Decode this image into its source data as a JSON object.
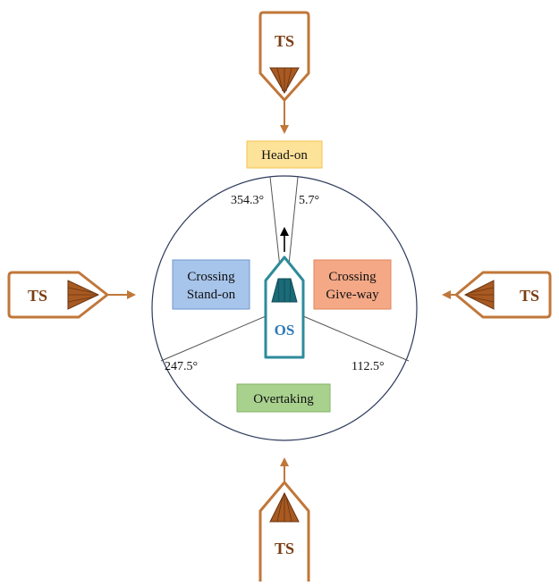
{
  "own_ship": {
    "label": "OS",
    "color": "#2e8b9a",
    "fill": "#1b6b78"
  },
  "target_ship": {
    "label": "TS",
    "color": "#c0773a",
    "fill": "#a85a22"
  },
  "sectors": {
    "head_on": {
      "label": "Head-on",
      "bg": "#fde39a",
      "border": "#f2c14e"
    },
    "standon": {
      "line1": "Crossing",
      "line2": "Stand-on",
      "bg": "#a7c4ea",
      "border": "#6f97cf"
    },
    "giveway": {
      "line1": "Crossing",
      "line2": "Give-way",
      "bg": "#f4a886",
      "border": "#e0845c"
    },
    "overtaking": {
      "label": "Overtaking",
      "bg": "#a9d18e",
      "border": "#82b566"
    }
  },
  "angles": {
    "a354": "354.3°",
    "a5": "5.7°",
    "a247": "247.5°",
    "a112": "112.5°"
  },
  "colors": {
    "circle": "#2f3b5c",
    "sector_line": "#555555",
    "heading_arrow": "#000000"
  }
}
